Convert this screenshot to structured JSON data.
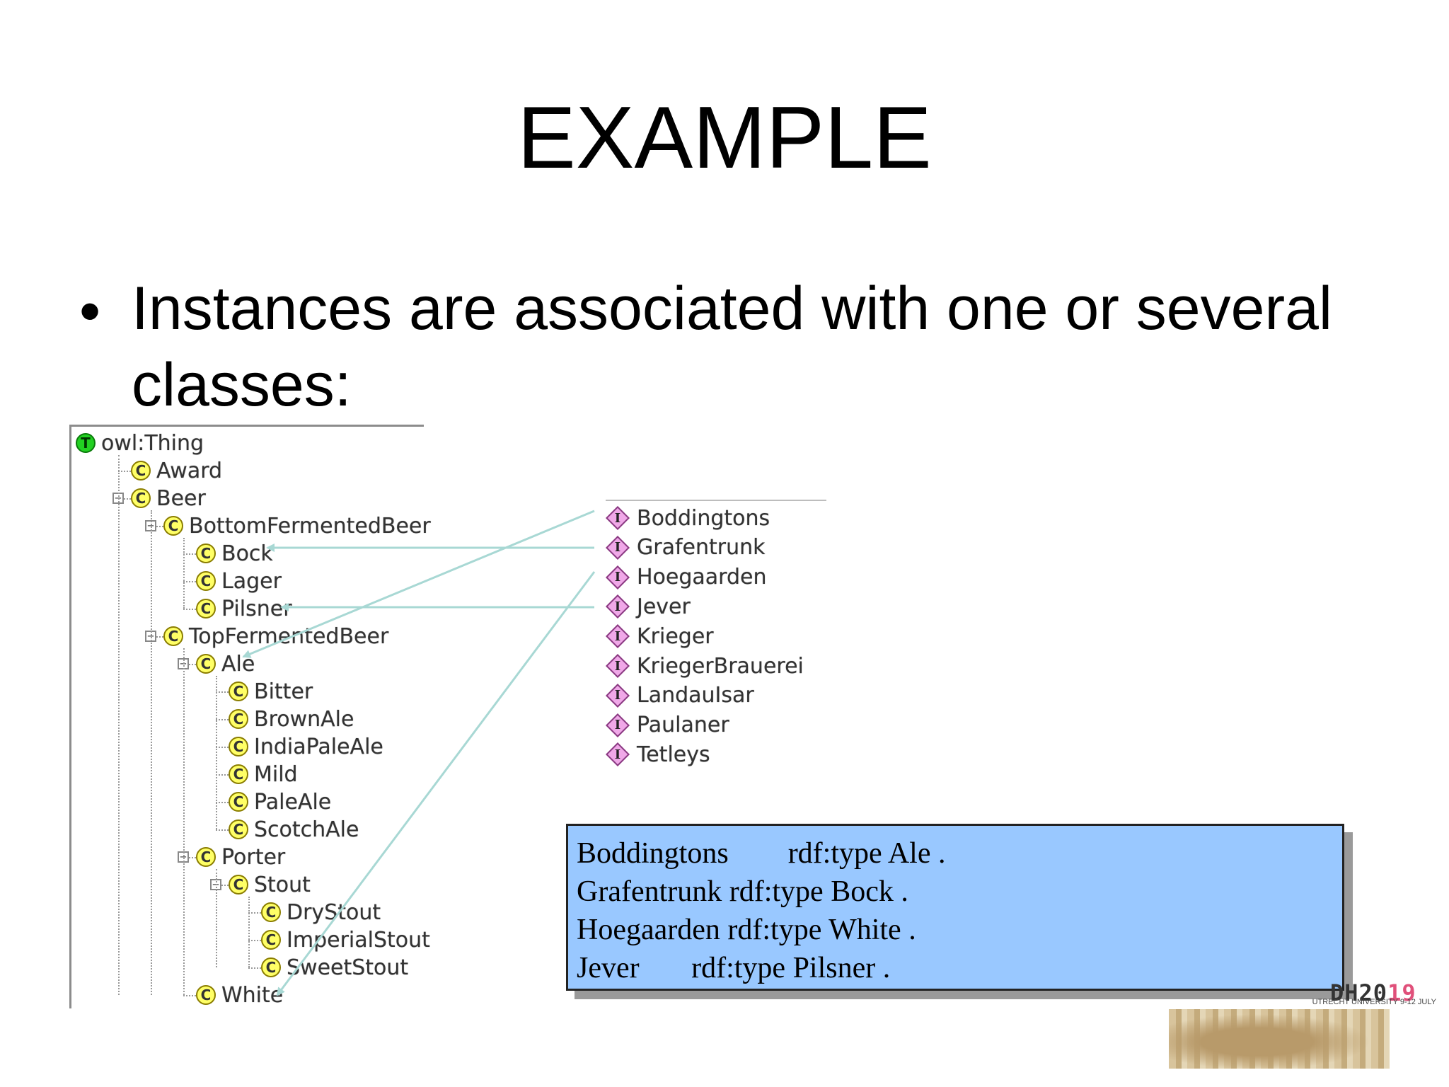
{
  "slide": {
    "title": "EXAMPLE",
    "bullet": "Instances are associated with one or several classes:"
  },
  "class_tree": {
    "nodes": [
      {
        "label": "owl:Thing",
        "icon": "T"
      },
      {
        "label": "Award",
        "icon": "C"
      },
      {
        "label": "Beer",
        "icon": "C"
      },
      {
        "label": "BottomFermentedBeer",
        "icon": "C"
      },
      {
        "label": "Bock",
        "icon": "C"
      },
      {
        "label": "Lager",
        "icon": "C"
      },
      {
        "label": "Pilsner",
        "icon": "C"
      },
      {
        "label": "TopFermentedBeer",
        "icon": "C"
      },
      {
        "label": "Ale",
        "icon": "C"
      },
      {
        "label": "Bitter",
        "icon": "C"
      },
      {
        "label": "BrownAle",
        "icon": "C"
      },
      {
        "label": "IndiaPaleAle",
        "icon": "C"
      },
      {
        "label": "Mild",
        "icon": "C"
      },
      {
        "label": "PaleAle",
        "icon": "C"
      },
      {
        "label": "ScotchAle",
        "icon": "C"
      },
      {
        "label": "Porter",
        "icon": "C"
      },
      {
        "label": "Stout",
        "icon": "C"
      },
      {
        "label": "DryStout",
        "icon": "C"
      },
      {
        "label": "ImperialStout",
        "icon": "C"
      },
      {
        "label": "SweetStout",
        "icon": "C"
      },
      {
        "label": "White",
        "icon": "C"
      }
    ],
    "expander_symbol": "−"
  },
  "instances": {
    "icon_letter": "I",
    "items": [
      "Boddingtons",
      "Grafentrunk",
      "Hoegaarden",
      "Jever",
      "Krieger",
      "KriegerBrauerei",
      "LandauIsar",
      "Paulaner",
      "Tetleys"
    ]
  },
  "triples": {
    "lines": [
      "Boddingtons        rdf:type Ale .",
      "Grafentrunk rdf:type Bock .",
      "Hoegaarden rdf:type White .",
      "Jever       rdf:type Pilsner ."
    ]
  },
  "logo": {
    "text_main": "DH20",
    "text_accent": "19",
    "subtitle": "UTRECHT UNIVERSITY 9-12 JULY"
  },
  "colors": {
    "arrow": "#a8d8d4",
    "triples_bg": "#99c8ff",
    "class_icon": "#ffff66",
    "thing_icon": "#22d022",
    "instance_icon": "#f0a8e8"
  }
}
